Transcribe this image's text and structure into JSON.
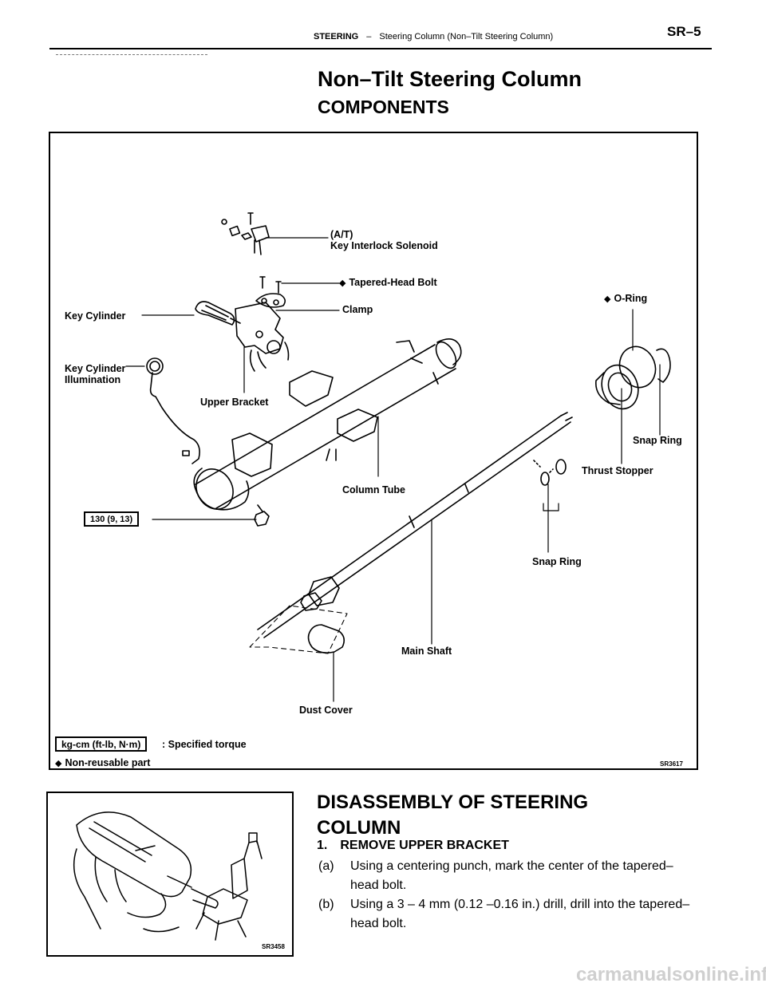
{
  "header": {
    "section": "STEERING",
    "separator": "–",
    "subtitle": "Steering Column (Non–Tilt Steering Column)",
    "page": "SR–5"
  },
  "page_title": "Non–Tilt Steering Column",
  "components_heading": "COMPONENTS",
  "components_figure": {
    "labels": {
      "at": "(A/T)",
      "key_interlock": "Key Interlock Solenoid",
      "tapered_bolt": "Tapered-Head Bolt",
      "clamp": "Clamp",
      "key_cylinder": "Key Cylinder",
      "illum_1": "Key Cylinder",
      "illum_2": "Illumination",
      "upper_bracket": "Upper Bracket",
      "o_ring": "O-Ring",
      "snap_ring_1": "Snap Ring",
      "thrust_stopper": "Thrust Stopper",
      "column_tube": "Column Tube",
      "snap_ring_2": "Snap Ring",
      "main_shaft": "Main Shaft",
      "dust_cover": "Dust Cover"
    },
    "torque_value": "130 (9, 13)",
    "legend_torque_units": "kg-cm (ft-lb, N·m)",
    "legend_torque_text": ": Specified torque",
    "legend_nonreusable": "Non-reusable part",
    "nonreusable_symbol": "◆",
    "code": "SR3617"
  },
  "disassembly": {
    "heading": "DISASSEMBLY OF STEERING COLUMN",
    "step_number": "1.",
    "step_title": "REMOVE UPPER BRACKET",
    "substeps": [
      {
        "key": "(a)",
        "text": "Using a centering punch, mark the center of the tapered–head bolt."
      },
      {
        "key": "(b)",
        "text": "Using a 3 – 4 mm (0.12 –0.16 in.) drill, drill into the tapered–head bolt."
      }
    ],
    "figure_code": "SR3458"
  },
  "watermark": "carmanualsonline.info"
}
